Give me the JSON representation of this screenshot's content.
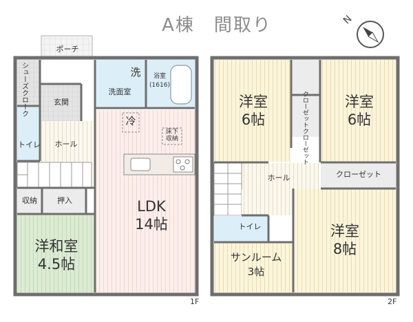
{
  "title": "A棟　間取り",
  "floors": {
    "f1": "1F",
    "f2": "2F"
  },
  "rooms_1f": {
    "porch": "ポーチ",
    "shoes_closet": "シューズクローク",
    "entrance": "玄関",
    "toilet": "トイレ",
    "hall": "ホール",
    "washroom": "洗面室",
    "wash_mark": "洗",
    "bath": "浴室",
    "bath_size": "(1616)",
    "fridge": "冷",
    "underfloor": "床下\n収納",
    "storage": "収納",
    "oshiire": "押入",
    "wajitsu_name": "洋和室",
    "wajitsu_size": "4.5帖",
    "ldk_name": "LDK",
    "ldk_size": "14帖"
  },
  "rooms_2f": {
    "room_a_name": "洋室",
    "room_a_size": "6帖",
    "room_b_name": "洋室",
    "room_b_size": "6帖",
    "closet_a": "クローゼット",
    "closet_b": "クローゼット",
    "closet_c": "クローゼット",
    "hall": "ホール",
    "toilet": "トイレ",
    "sunroom_name": "サンルーム",
    "sunroom_size": "3帖",
    "room_c_name": "洋室",
    "room_c_size": "8帖"
  },
  "compass": {
    "label": "N"
  },
  "colors": {
    "wall": "#6e6e6e",
    "wood": "#fbf8ef",
    "ldk": "#fcefeb",
    "tatami": "#dcebd4",
    "wet": "#dceef8",
    "tile": "#ececec",
    "porch": "#f3f3f3",
    "sunroom": "#fbf5dc"
  }
}
